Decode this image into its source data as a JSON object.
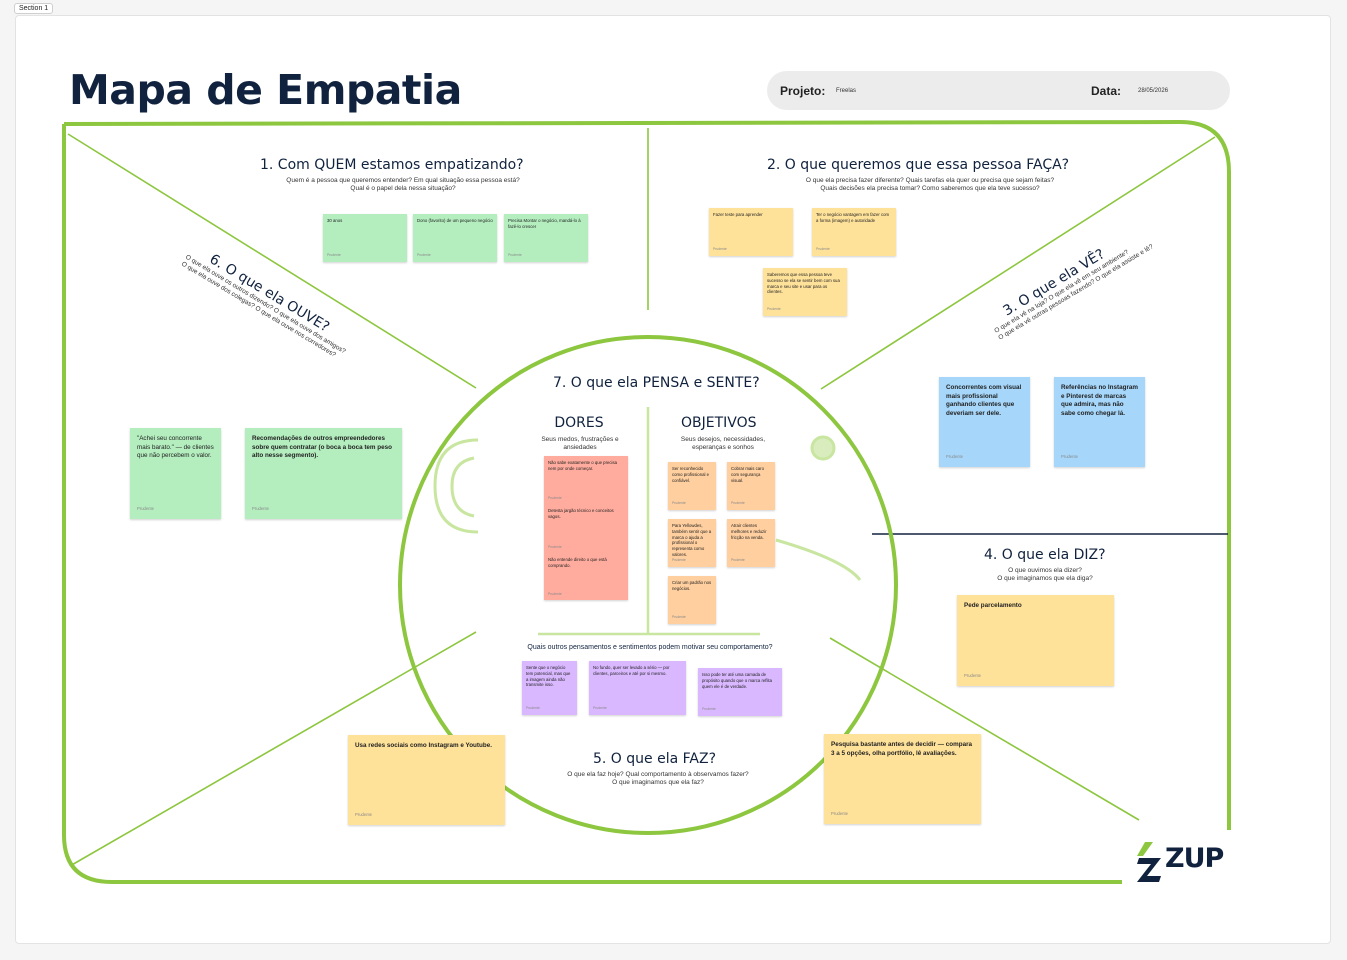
{
  "section_label": "Section 1",
  "title": "Mapa de Empatia",
  "header": {
    "projeto_label": "Projeto:",
    "projeto_value": "Freelas",
    "data_label": "Data:",
    "data_value": "28/05/2026"
  },
  "brand": {
    "name": "ZUP",
    "color": "#10223e",
    "accent": "#8dc63f"
  },
  "colors": {
    "frame": "#8dc63f",
    "divider": "#10223e"
  },
  "sections": {
    "quem": {
      "title": "1. Com QUEM estamos empatizando?",
      "sub1": "Quem é a pessoa que queremos entender? Em qual situação essa pessoa está?",
      "sub2": "Qual é o papel dela nessa situação?",
      "notes": [
        {
          "text": "30 anos",
          "author": "Prudente"
        },
        {
          "text": "Dono (favorito) de um pequeno negócio",
          "author": "Prudente"
        },
        {
          "text": "Precisa Montar o negócio, mandá-lo à fazê-lo crescer",
          "author": "Prudente"
        }
      ]
    },
    "faca": {
      "title": "2. O que queremos que essa pessoa FAÇA?",
      "sub1": "O que ela precisa fazer diferente? Quais tarefas ela quer ou precisa que sejam feitas?",
      "sub2": "Quais decisões ela precisa tomar? Como saberemos que ela teve sucesso?",
      "notes": [
        {
          "text": "Fazer teste para aprender",
          "author": "Prudente"
        },
        {
          "text": "Ter o negócio vantagem em fazer com a forma (imagem) e autoridade",
          "author": "Prudente"
        },
        {
          "text": "Saberemos que essa pessoa teve sucesso se ela se sentir bem com sua marca e seu site e usar para os clientes.",
          "author": "Prudente"
        }
      ]
    },
    "ve": {
      "title": "3. O que ela VÊ?",
      "sub1": "O que ela vê na loja? O que ela vê em seu ambiente?",
      "sub2": "O que ela vê outras pessoas fazendo? O que ela assiste e lê?",
      "notes": [
        {
          "text": "Concorrentes com visual mais profissional ganhando clientes que deveriam ser dele.",
          "author": "Prudente"
        },
        {
          "text": "Referências no Instagram e Pinterest de marcas que admira, mas não sabe como chegar lá.",
          "author": "Prudente"
        }
      ]
    },
    "diz": {
      "title": "4. O que ela DIZ?",
      "sub1": "O que ouvimos ela dizer?",
      "sub2": "O que imaginamos que ela diga?",
      "notes": [
        {
          "text": "Pede parcelamento",
          "author": "Prudente"
        }
      ]
    },
    "faz": {
      "title": "5. O que ela FAZ?",
      "sub1": "O que ela faz hoje? Qual comportamento à observamos fazer?",
      "sub2": "O que imaginamos que ela faz?",
      "notes": [
        {
          "text": "Usa redes sociais como Instagram e Youtube.",
          "author": "Prudente"
        },
        {
          "text": "Pesquisa bastante antes de decidir — compara 3 a 5 opções, olha portfólio, lê avaliações.",
          "author": "Prudente"
        }
      ]
    },
    "ouve": {
      "title": "6. O que ela OUVE?",
      "sub1": "O que ela ouve os outros dizendo? O que ela ouve dos amigos?",
      "sub2": "O que ela ouve dos colegas? O que ela ouve nos corredores?",
      "notes": [
        {
          "text": "\"Achei seu concorrente mais barato.\" — de clientes que não percebem o valor.",
          "author": "Prudente"
        },
        {
          "text": "Recomendações de outros empreendedores sobre quem contratar (o boca a boca tem peso alto nesse segmento).",
          "author": "Prudente"
        }
      ]
    },
    "pensa": {
      "title": "7. O que ela PENSA e SENTE?",
      "dores_title": "DORES",
      "dores_sub1": "Seus medos, frustrações e",
      "dores_sub2": "ansiedades",
      "dores_notes": [
        {
          "text": "Não sabe exatamente o que precisa nem por onde começar.",
          "author": "Prudente"
        },
        {
          "text": "Detesta jargão técnico e conceitos vagos.",
          "author": "Prudente"
        },
        {
          "text": "Não entende direito o que está comprando.",
          "author": "Prudente"
        }
      ],
      "objetivos_title": "OBJETIVOS",
      "objetivos_sub1": "Seus desejos, necessidades,",
      "objetivos_sub2": "esperanças e sonhos",
      "objetivos_notes": [
        {
          "text": "Ser reconhecido como profissional e confiável.",
          "author": "Prudente"
        },
        {
          "text": "Cobrar mais caro com segurança visual.",
          "author": "Prudente"
        },
        {
          "text": "Para Yellowdes, também sentir que a marca o ajuda a profissional o representa como valores.",
          "author": "Prudente"
        },
        {
          "text": "Atrair clientes melhores e reduzir fricção na venda.",
          "author": "Prudente"
        },
        {
          "text": "Criar um padrão nos negócios.",
          "author": "Prudente"
        }
      ],
      "outros_title": "Quais outros pensamentos e sentimentos podem motivar seu comportamento?",
      "outros_notes": [
        {
          "text": "Sente que o negócio tem potencial, mas que a imagem ainda não transmite isso.",
          "author": "Prudente"
        },
        {
          "text": "No fundo, quer ser levado a sério — por clientes, parceiros e até por si mesmo.",
          "author": "Prudente"
        },
        {
          "text": "Isso pode ter até uma camada de propósito quando que o marca reflita quem ele é de verdade.",
          "author": "Prudente"
        }
      ]
    }
  }
}
